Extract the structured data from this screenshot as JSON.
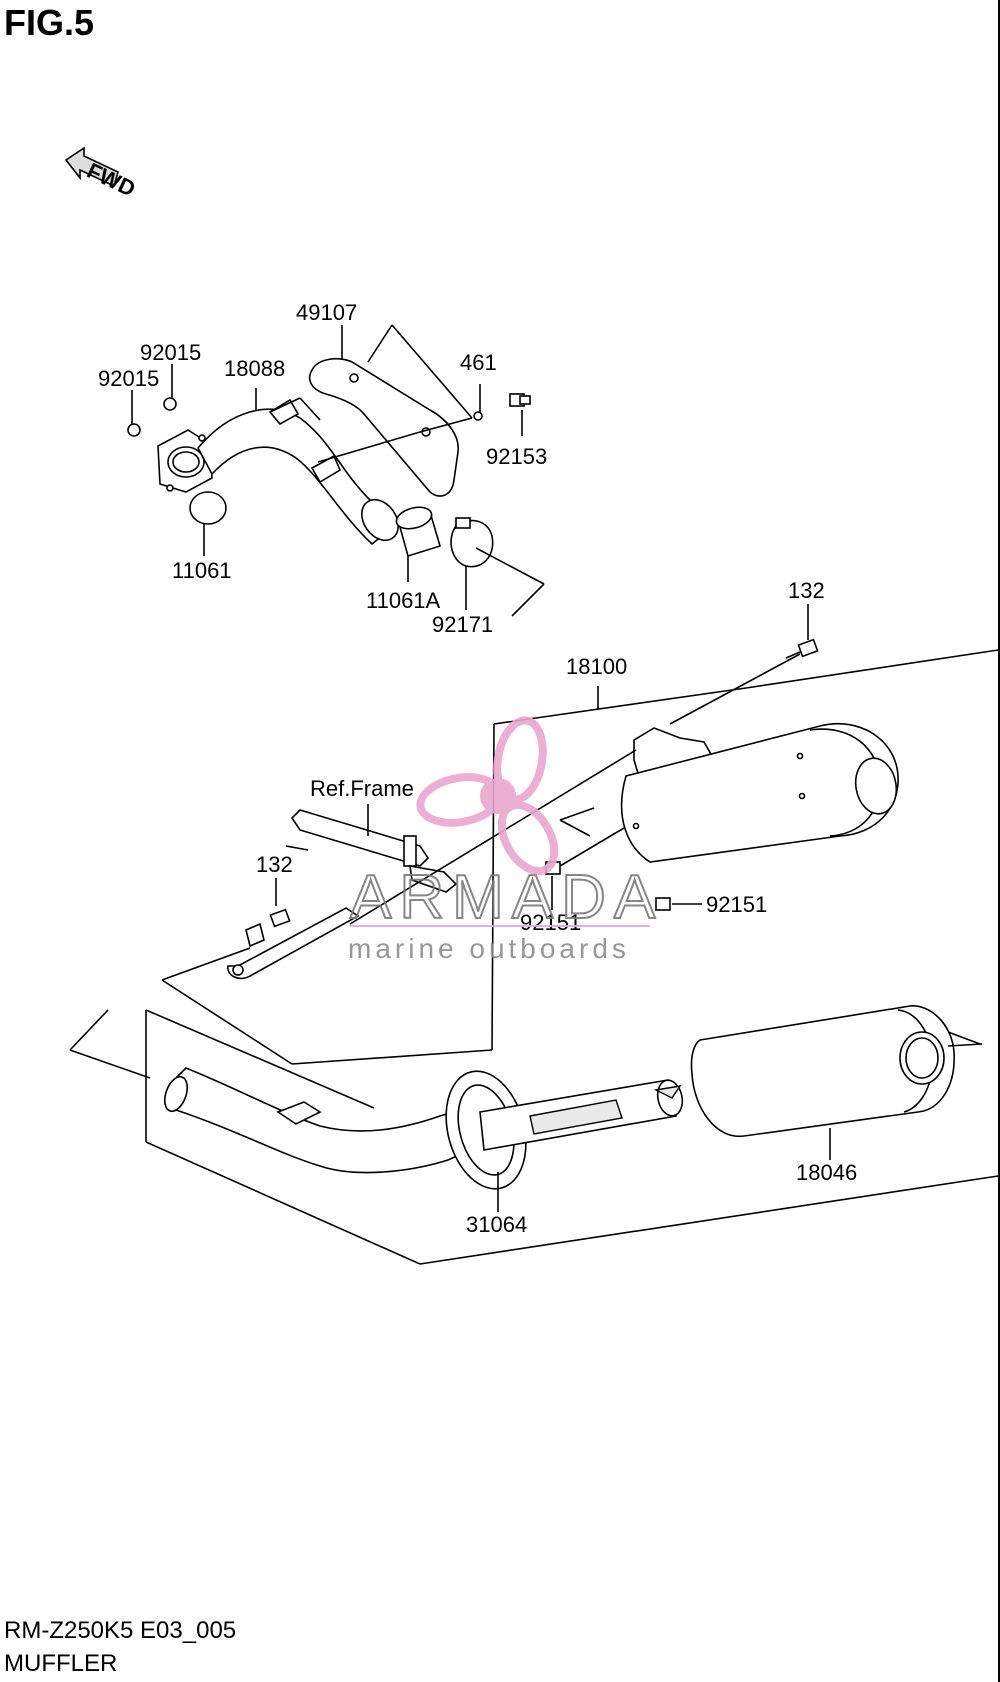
{
  "figure": {
    "title": "FIG.5"
  },
  "direction_arrow": {
    "label": "FWD",
    "icon": "arrow-left-icon"
  },
  "labels": {
    "p49107": "49107",
    "p461": "461",
    "p92015a": "92015",
    "p92015b": "92015",
    "p18088": "18088",
    "p92153": "92153",
    "p11061": "11061",
    "p11061A": "11061A",
    "p92171": "92171",
    "p132a": "132",
    "p18100": "18100",
    "refFrame": "Ref.Frame",
    "p132b": "132",
    "p92151a": "92151",
    "p92151b": "92151",
    "p18046": "18046",
    "p31064": "31064"
  },
  "watermark": {
    "brand": "ARMADA",
    "tagline": "marine outboards",
    "color": "#e9a7cf"
  },
  "footer": {
    "code": "RM-Z250K5 E03_005",
    "name": "MUFFLER"
  }
}
